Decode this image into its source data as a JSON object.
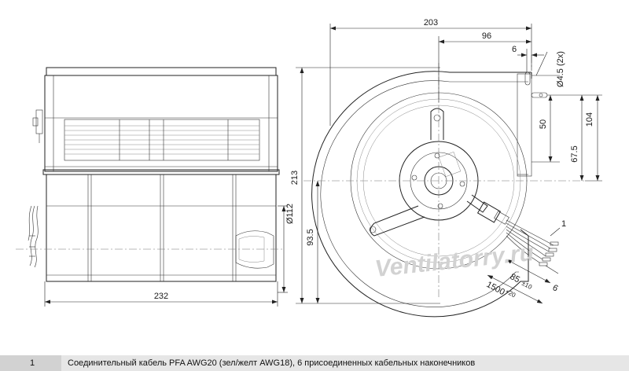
{
  "drawing": {
    "dimensions": {
      "width_203": "203",
      "offset_96": "96",
      "offset_6": "6",
      "hole": "Ø4.5 (2x)",
      "height_213": "213",
      "height_104": "104",
      "dist_50": "50",
      "dist_67_5": "67.5",
      "diameter_112": "Ø112",
      "height_93_5": "93.5",
      "length_232": "232",
      "cable_85": "85",
      "cable_85_tol": "±10",
      "cable_1500": "1500",
      "cable_1500_tol": "+20",
      "end_6": "6",
      "callout_1": "1"
    },
    "watermark": "Ventilatorry.ru"
  },
  "notes": [
    {
      "number": "1",
      "text": "Соединительный кабель PFA AWG20 (зел/желт AWG18), 6 присоединенных кабельных наконечников"
    }
  ]
}
